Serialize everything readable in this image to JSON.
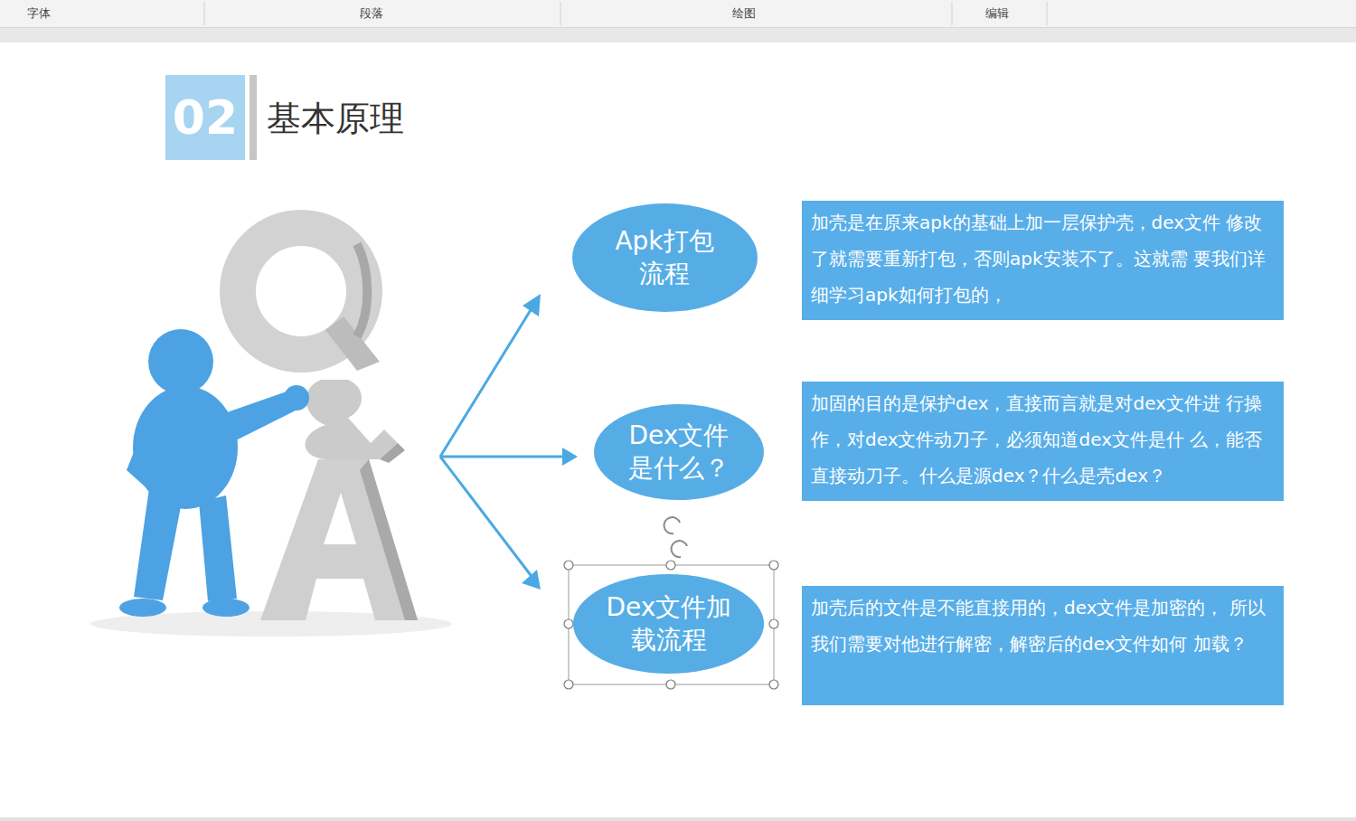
{
  "diagram": {
    "title": "基本原理",
    "nodes": [
      {
        "text": [
          "02"
        ]
      },
      {
        "text": [
          "Apk打包 流程"
        ]
      },
      {
        "text": [
          "加壳是在原来apk的基础上加一层保护壳，dex文件 修改了就需要重新打包，否则apk安装不了。这就需 要我们详细学习apk如何打包的，"
        ]
      },
      {
        "text": [
          "Dex文件 是什么？"
        ]
      },
      {
        "text": [
          "加固的目的是保护dex，直接而言就是对dex文件进 行操作，对dex文件动刀子，必须知道dex文件是什 么，能否直接动刀子。什么是源dex？什么是壳dex？"
        ]
      },
      {
        "text": [
          "Dex文件加 载流程"
        ]
      },
      {
        "text": [
          "加壳后的文件是不能直接用的，dex文件是加密的， 所以我们需要对他进行解密，解密后的dex文件如何 加载？"
        ]
      }
    ],
    "labels": [
      "字体",
      "段落",
      "绘图",
      "编辑"
    ]
  }
}
